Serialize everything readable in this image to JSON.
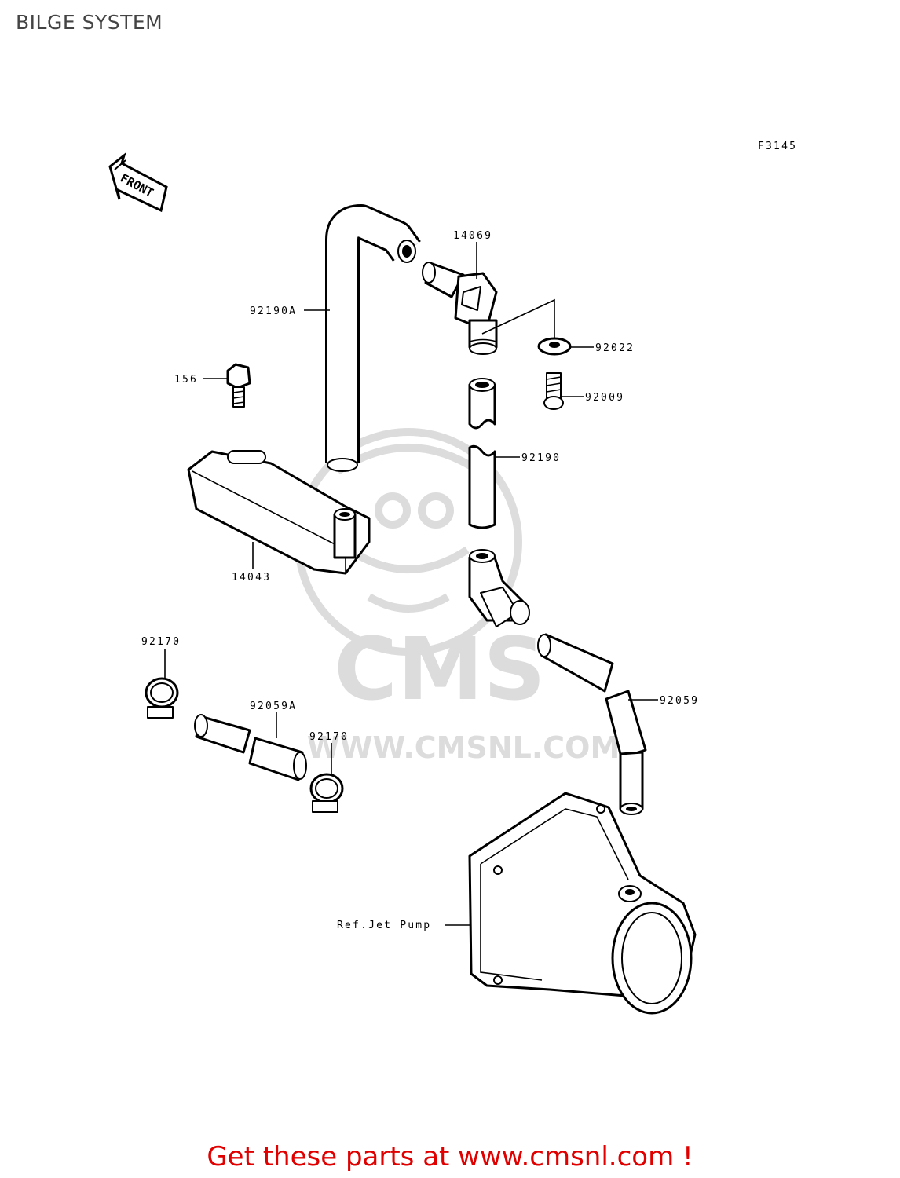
{
  "page": {
    "title": "BILGE SYSTEM",
    "figure_code": "F3145"
  },
  "front_arrow": {
    "label": "FRONT"
  },
  "watermark": {
    "brand": "CMS",
    "url": "WWW.CMSNL.COM"
  },
  "callouts": [
    {
      "id": "92190A",
      "text": "92190A"
    },
    {
      "id": "14069",
      "text": "14069"
    },
    {
      "id": "92022",
      "text": "92022"
    },
    {
      "id": "156",
      "text": "156"
    },
    {
      "id": "92009",
      "text": "92009"
    },
    {
      "id": "92190",
      "text": "92190"
    },
    {
      "id": "14043",
      "text": "14043"
    },
    {
      "id": "92170-top",
      "text": "92170"
    },
    {
      "id": "92059A",
      "text": "92059A"
    },
    {
      "id": "92170-bottom",
      "text": "92170"
    },
    {
      "id": "92059",
      "text": "92059"
    },
    {
      "id": "jet-pump",
      "text": "Ref.Jet Pump"
    }
  ],
  "footer": {
    "promo": "Get these parts at www.cmsnl.com !"
  }
}
